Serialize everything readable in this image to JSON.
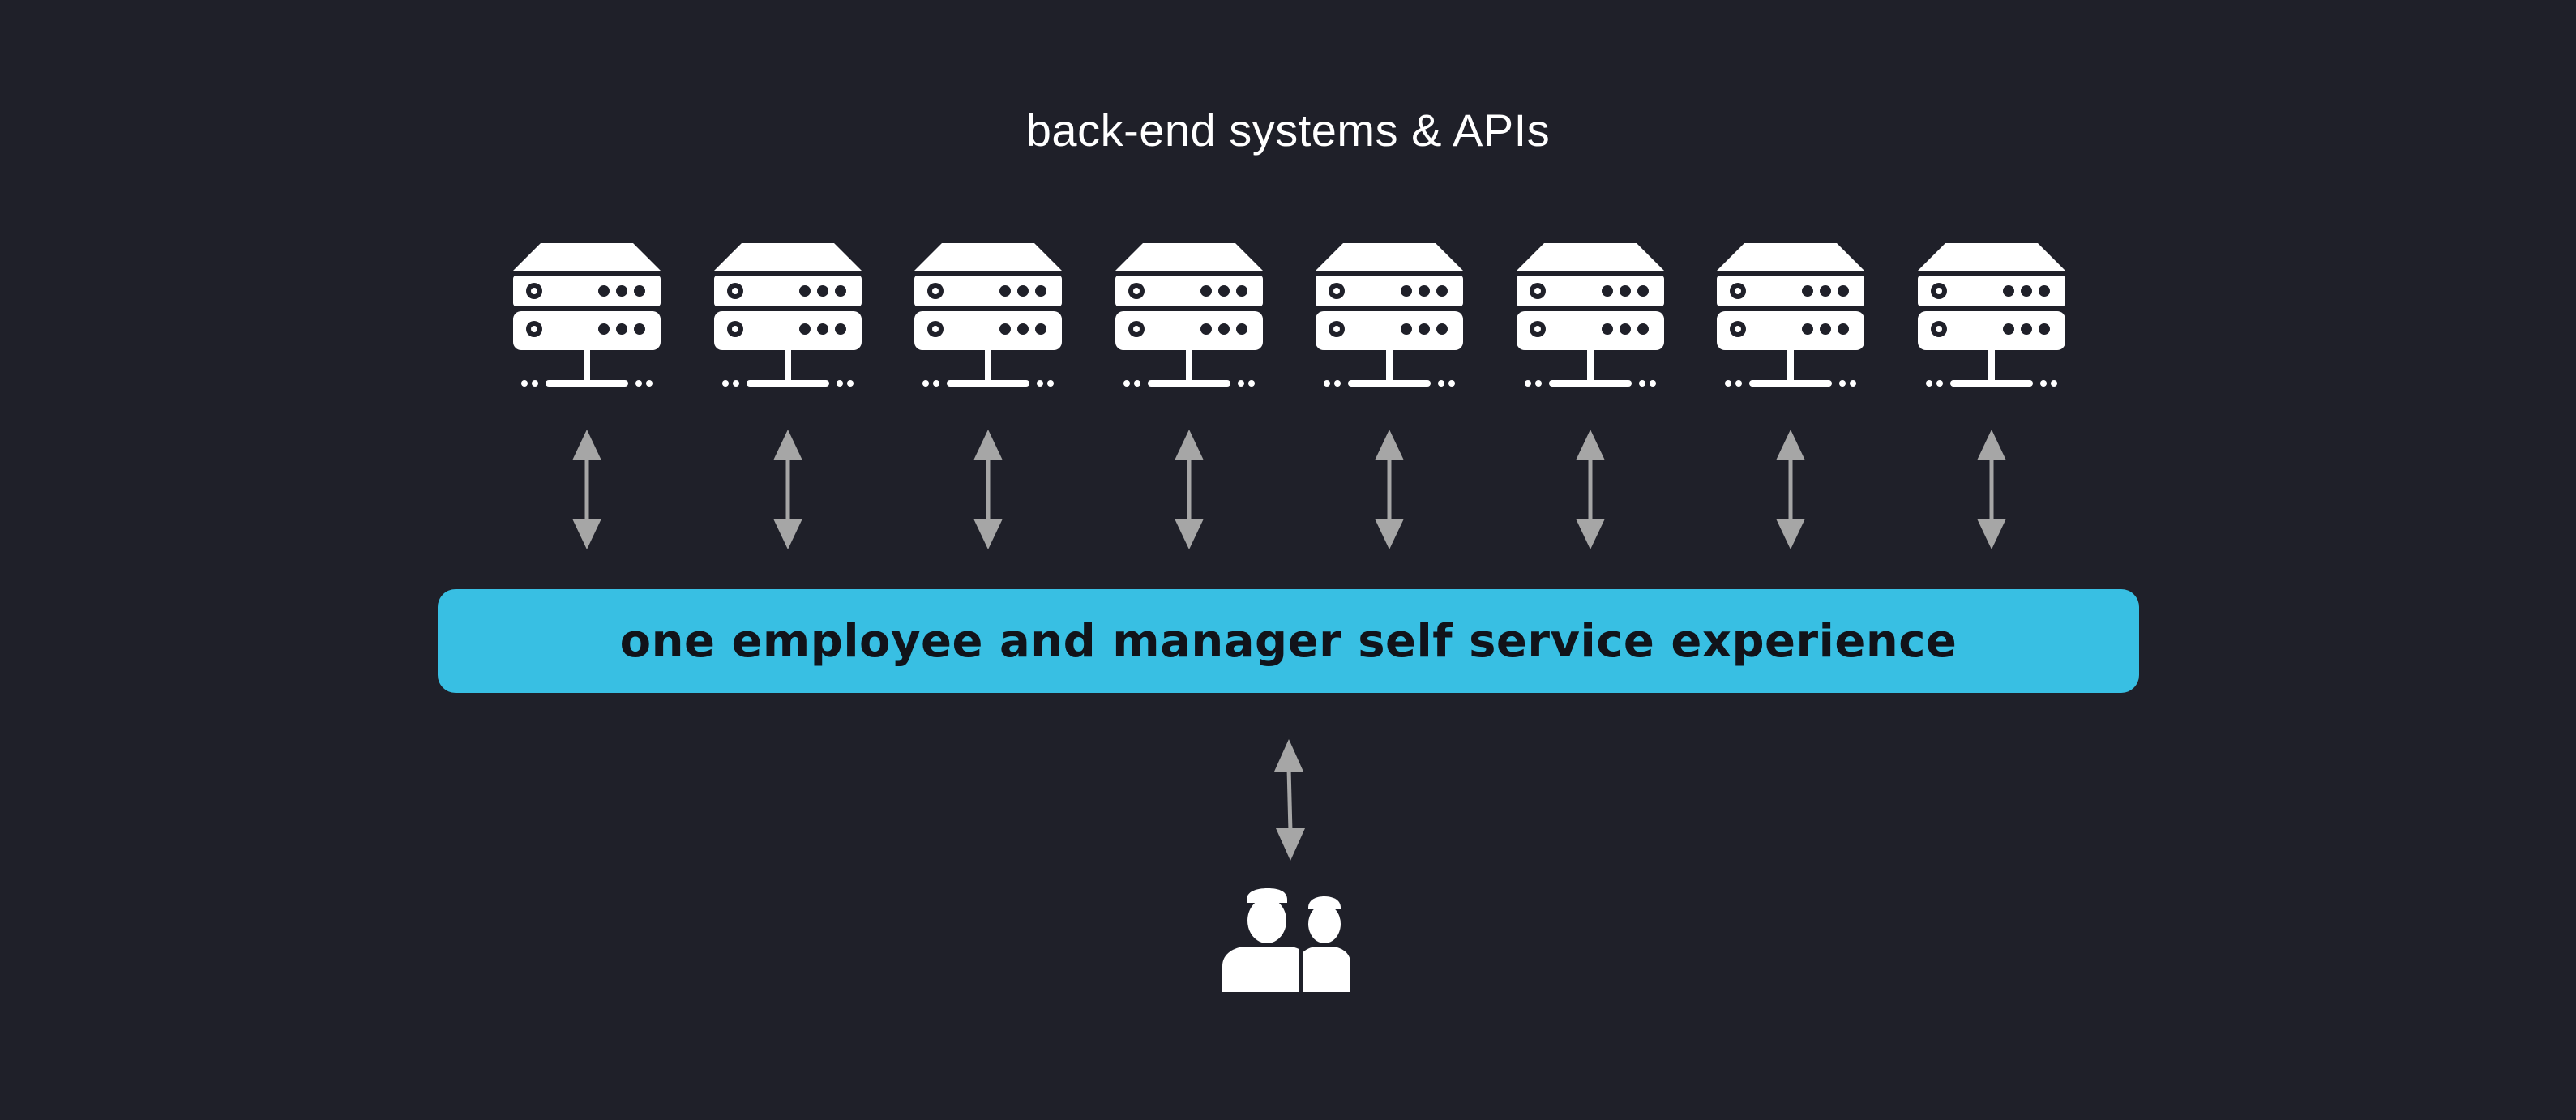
{
  "diagram": {
    "title": "back-end systems & APIs",
    "banner_label": "one employee and manager self service experience",
    "server_count": 8,
    "icons": {
      "server": "server-icon",
      "arrow": "bidirectional-arrow-icon",
      "users": "users-icon"
    },
    "colors": {
      "background": "#1f2029",
      "banner": "#38bfe3",
      "banner_text": "#11131a",
      "icon": "#ffffff",
      "arrow": "#a6a6a6"
    }
  }
}
